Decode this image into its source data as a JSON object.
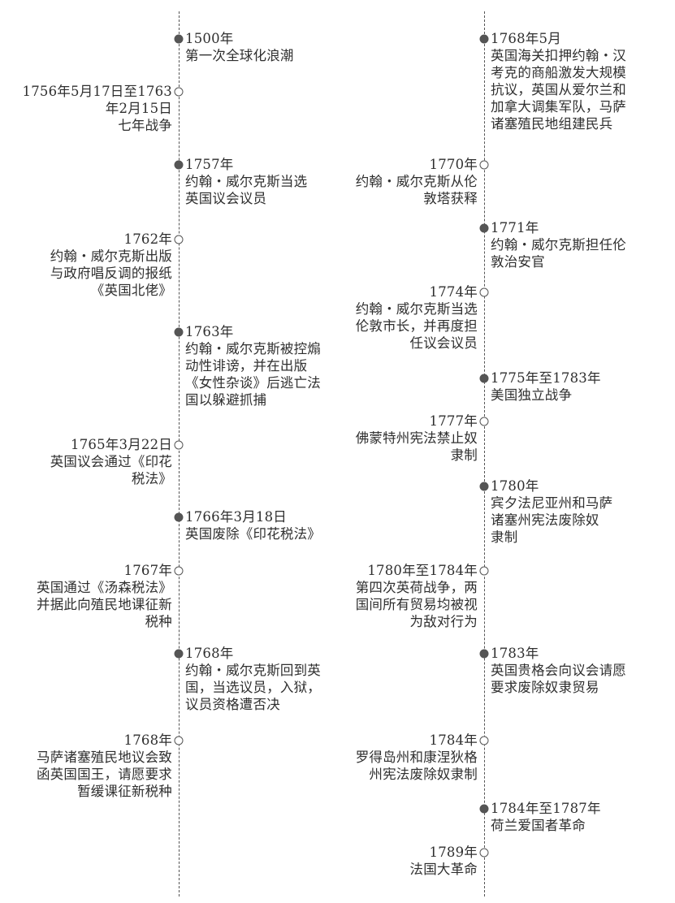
{
  "timelines": [
    {
      "events": [
        {
          "date": "1500年",
          "text": "第一次全球化浪潮",
          "marker": "filled",
          "side": "right"
        },
        {
          "date": "1756年5月17日至1763\n年2月15日",
          "text": "七年战争",
          "marker": "hollow",
          "side": "left"
        },
        {
          "date": "1757年",
          "text": "约翰・威尔克斯当选\n英国议会议员",
          "marker": "filled",
          "side": "right"
        },
        {
          "date": "1762年",
          "text": "约翰・威尔克斯出版\n与政府唱反调的报纸\n《英国北佬》",
          "marker": "hollow",
          "side": "left"
        },
        {
          "date": "1763年",
          "text": "约翰・威尔克斯被控煽\n动性诽谤，并在出版\n《女性杂谈》后逃亡法\n国以躲避抓捕",
          "marker": "filled",
          "side": "right"
        },
        {
          "date": "1765年3月22日",
          "text": "英国议会通过《印花\n税法》",
          "marker": "hollow",
          "side": "left"
        },
        {
          "date": "1766年3月18日",
          "text": "英国废除《印花税法》",
          "marker": "filled",
          "side": "right"
        },
        {
          "date": "1767年",
          "text": "英国通过《汤森税法》\n并据此向殖民地课征新\n税种",
          "marker": "hollow",
          "side": "left"
        },
        {
          "date": "1768年",
          "text": "约翰・威尔克斯回到英\n国，当选议员，入狱，\n议员资格遭否决",
          "marker": "filled",
          "side": "right"
        },
        {
          "date": "1768年",
          "text": "马萨诸塞殖民地议会致\n函英国国王，请愿要求\n暂缓课征新税种",
          "marker": "hollow",
          "side": "left"
        }
      ]
    },
    {
      "events": [
        {
          "date": "1768年5月",
          "text": "英国海关扣押约翰・汉\n考克的商船激发大规模\n抗议，英国从爱尔兰和\n加拿大调集军队，马萨\n诸塞殖民地组建民兵",
          "marker": "filled",
          "side": "right"
        },
        {
          "date": "1770年",
          "text": "约翰・威尔克斯从伦\n敦塔获释",
          "marker": "hollow",
          "side": "left"
        },
        {
          "date": "1771年",
          "text": "约翰・威尔克斯担任伦\n敦治安官",
          "marker": "filled",
          "side": "right"
        },
        {
          "date": "1774年",
          "text": "约翰・威尔克斯当选\n伦敦市长，并再度担\n任议会议员",
          "marker": "hollow",
          "side": "left"
        },
        {
          "date": "1775年至1783年",
          "text": "美国独立战争",
          "marker": "filled",
          "side": "right"
        },
        {
          "date": "1777年",
          "text": "佛蒙特州宪法禁止奴\n隶制",
          "marker": "hollow",
          "side": "left"
        },
        {
          "date": "1780年",
          "text": "宾夕法尼亚州和马萨\n诸塞州宪法废除奴\n隶制",
          "marker": "filled",
          "side": "right"
        },
        {
          "date": "1780年至1784年",
          "text": "第四次英荷战争，两\n国间所有贸易均被视\n为敌对行为",
          "marker": "hollow",
          "side": "left"
        },
        {
          "date": "1783年",
          "text": "英国贵格会向议会请愿\n要求废除奴隶贸易",
          "marker": "filled",
          "side": "right"
        },
        {
          "date": "1784年",
          "text": "罗得岛州和康涅狄格\n州宪法废除奴隶制",
          "marker": "hollow",
          "side": "left"
        },
        {
          "date": "1784年至1787年",
          "text": "荷兰爱国者革命",
          "marker": "filled",
          "side": "right"
        },
        {
          "date": "1789年",
          "text": "法国大革命",
          "marker": "hollow",
          "side": "left"
        }
      ]
    }
  ]
}
